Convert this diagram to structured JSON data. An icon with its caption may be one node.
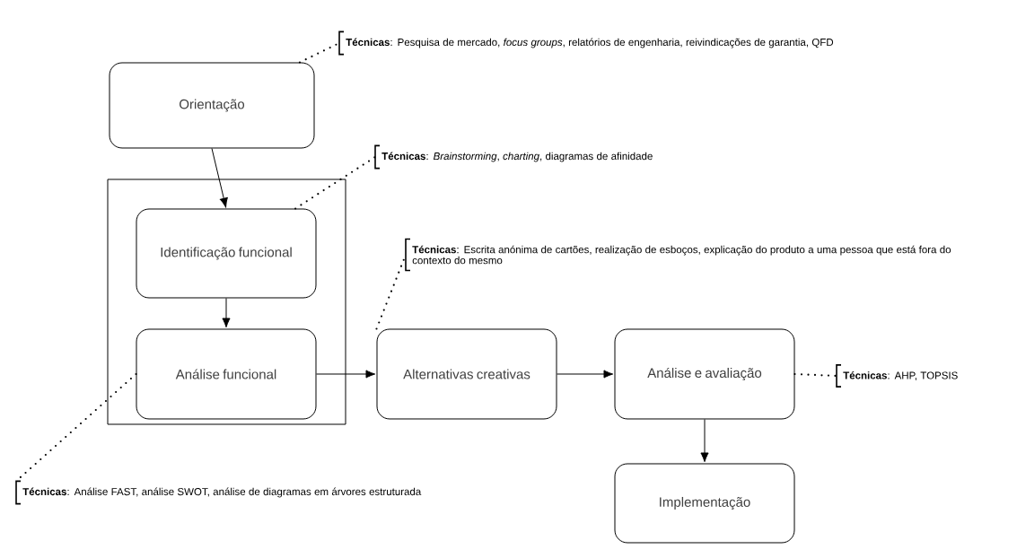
{
  "diagram": {
    "nodes": [
      {
        "text": [
          "Orientação"
        ]
      },
      {
        "text": [],
        "shape": "box"
      },
      {
        "text": [
          "Identificação funcional"
        ],
        "in": 1
      },
      {
        "text": [
          "Análise funcional"
        ],
        "in": 1
      },
      {
        "text": [
          "Alternativas creativas"
        ]
      },
      {
        "text": [
          "Análise e avaliação"
        ]
      },
      {
        "text": [
          "Implementação"
        ]
      },
      {
        "text": [
          "**Técnicas**: Pesquisa de mercado, *focus groups*, relatórios de engenharia, reivindicações de garantia, QFD"
        ]
      },
      {
        "text": [
          "**Técnicas**: *Brainstorming*, *charting*, diagramas de afinidade"
        ]
      },
      {
        "text": [
          "**Técnicas**: Escrita anónima de cartões, realização de esboços, explicação do produto a uma pessoa que está fora do contexto do mesmo"
        ]
      },
      {
        "text": [
          "**Técnicas**: AHP, TOPSIS"
        ]
      },
      {
        "text": [
          "**Técnicas**: Análise FAST, análise SWOT, análise de diagramas em árvores estruturada"
        ]
      }
    ],
    "edges": [
      {
        "from": 0,
        "to": 2,
        "arrow": "to"
      },
      {
        "from": 2,
        "to": 3,
        "arrow": "to"
      },
      {
        "from": 3,
        "to": 4,
        "arrow": "to"
      },
      {
        "from": 4,
        "to": 5,
        "arrow": "to"
      },
      {
        "from": 5,
        "to": 6,
        "arrow": "to"
      },
      {
        "from": 0,
        "to": 7,
        "arrow": "none",
        "style": "dashed"
      },
      {
        "from": 2,
        "to": 8,
        "arrow": "none",
        "style": "dashed"
      },
      {
        "from": 4,
        "to": 9,
        "arrow": "none",
        "style": "dashed"
      },
      {
        "from": 3,
        "to": 11,
        "arrow": "none",
        "style": "dashed"
      },
      {
        "from": 5,
        "to": 10,
        "arrow": "none",
        "style": "dashed"
      }
    ]
  }
}
